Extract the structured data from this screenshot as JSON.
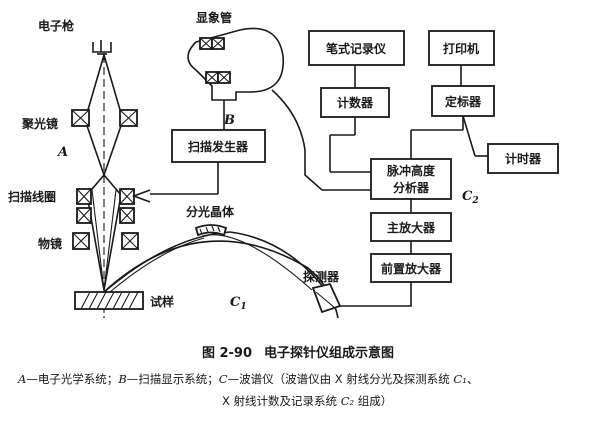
{
  "figure": {
    "labels": {
      "electron_gun": "电子枪",
      "crt": "显象管",
      "condenser": "聚光镜",
      "scan_coil": "扫描线圈",
      "objective": "物镜",
      "specimen": "试样",
      "analyzing_crystal": "分光晶体",
      "detector": "探测器",
      "letter_a": "A",
      "letter_b": "B",
      "letter_c1": "C",
      "letter_c1_sub": "1",
      "letter_c2": "C",
      "letter_c2_sub": "2"
    },
    "boxes": {
      "scan_generator": "扫描发生器",
      "pen_recorder": "笔式记录仪",
      "printer": "打印机",
      "counter": "计数器",
      "scaler": "定标器",
      "timer": "计时器",
      "pulse_analyzer_line1": "脉冲高度",
      "pulse_analyzer_line2": "分析器",
      "main_amplifier": "主放大器",
      "preamplifier": "前置放大器"
    }
  },
  "caption": {
    "number": "图 2-90",
    "title": "电子探针仪组成示意图"
  },
  "legend": {
    "a_key": "A",
    "a_text": "—电子光学系统；",
    "b_key": "B",
    "b_text": "—扫描显示系统；",
    "c_key": "C",
    "c_text": "—波谱仪（波谱仪由 X 射线分光及探测系统 ",
    "c1": "C₁",
    "sep": "、",
    "line2_text": "X 射线计数及记录系统 ",
    "c2": "C₂",
    "line2_end": " 组成）"
  }
}
